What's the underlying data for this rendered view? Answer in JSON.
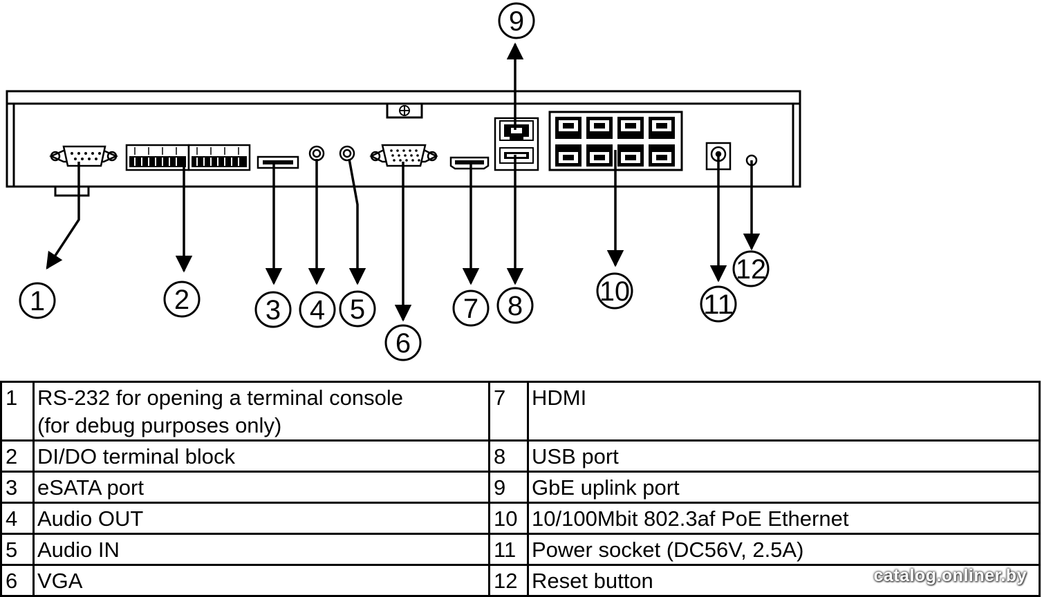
{
  "callouts": [
    {
      "num": "1"
    },
    {
      "num": "2"
    },
    {
      "num": "3"
    },
    {
      "num": "4"
    },
    {
      "num": "5"
    },
    {
      "num": "6"
    },
    {
      "num": "7"
    },
    {
      "num": "8"
    },
    {
      "num": "9"
    },
    {
      "num": "10"
    },
    {
      "num": "11"
    },
    {
      "num": "12"
    }
  ],
  "legend": {
    "rows": [
      {
        "left_num": "1",
        "left_desc_line1": "RS-232 for opening a terminal console",
        "left_desc_line2": "(for debug purposes only)",
        "right_num": "7",
        "right_desc": "HDMI"
      },
      {
        "left_num": "2",
        "left_desc": "DI/DO terminal block",
        "right_num": "8",
        "right_desc": "USB port"
      },
      {
        "left_num": "3",
        "left_desc": "eSATA port",
        "right_num": "9",
        "right_desc": "GbE uplink port"
      },
      {
        "left_num": "4",
        "left_desc": "Audio OUT",
        "right_num": "10",
        "right_desc": "10/100Mbit 802.3af PoE Ethernet"
      },
      {
        "left_num": "5",
        "left_desc": "Audio IN",
        "right_num": "11",
        "right_desc": "Power socket (DC56V, 2.5A)"
      },
      {
        "left_num": "6",
        "left_desc": "VGA",
        "right_num": "12",
        "right_desc": "Reset button"
      }
    ]
  },
  "watermark": "catalog.onliner.by"
}
